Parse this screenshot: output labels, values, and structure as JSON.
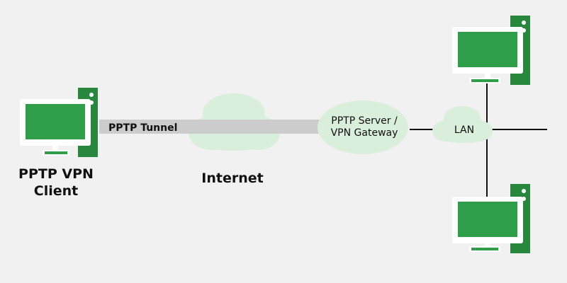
{
  "colors": {
    "background": "#f1f1f1",
    "device_green": "#2e9e48",
    "device_green_dark": "#27883d",
    "screen_green": "#2e9e48",
    "cloud": "#d9eedb",
    "gateway": "#d9eedb",
    "tunnel": "#cccccc",
    "line": "#111111",
    "text": "#111111"
  },
  "nodes": {
    "client": {
      "label_line1": "PPTP VPN",
      "label_line2": "Client",
      "icon": "desktop-computer-icon"
    },
    "internet": {
      "label": "Internet",
      "icon": "cloud-icon"
    },
    "tunnel": {
      "label": "PPTP Tunnel"
    },
    "gateway": {
      "label_line1": "PPTP Server /",
      "label_line2": "VPN Gateway"
    },
    "lan": {
      "label": "LAN",
      "icon": "cloud-icon"
    },
    "lan_pc_top": {
      "icon": "desktop-computer-icon"
    },
    "lan_pc_bottom": {
      "icon": "desktop-computer-icon"
    }
  }
}
